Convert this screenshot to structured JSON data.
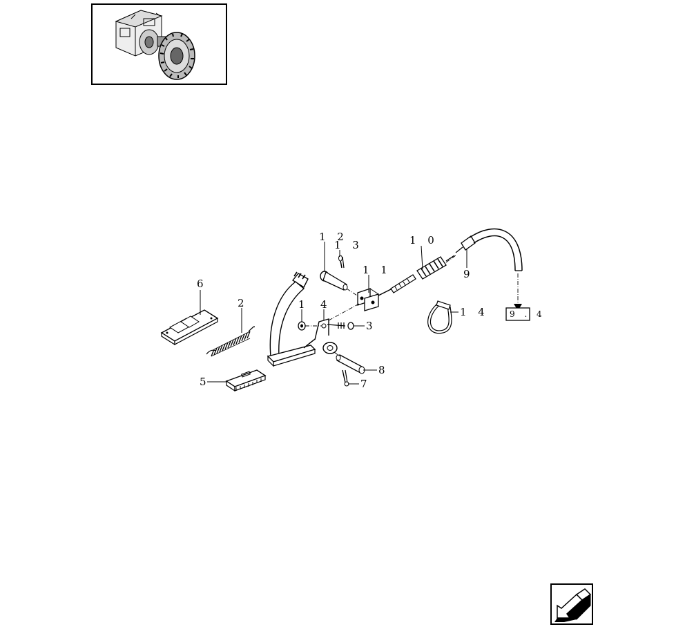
{
  "thumbnail": {
    "icon": "tractor-axle-assembly-icon"
  },
  "callouts": [
    {
      "id": "c12",
      "text": "1 2"
    },
    {
      "id": "c13",
      "text": "1 3"
    },
    {
      "id": "c10",
      "text": "1 0"
    },
    {
      "id": "c9",
      "text": "9"
    },
    {
      "id": "c11",
      "text": "1 1"
    },
    {
      "id": "c6",
      "text": "6"
    },
    {
      "id": "c2",
      "text": "2"
    },
    {
      "id": "c1",
      "text": "1"
    },
    {
      "id": "c4",
      "text": "4"
    },
    {
      "id": "c3",
      "text": "3"
    },
    {
      "id": "c14",
      "text": "1 4"
    },
    {
      "id": "c5",
      "text": "5"
    },
    {
      "id": "c8",
      "text": "8"
    },
    {
      "id": "c7",
      "text": "7"
    }
  ],
  "reference": {
    "box_text": "9 .",
    "suffix_text": "4"
  },
  "navigation": {
    "icon": "back-arrow-icon"
  }
}
